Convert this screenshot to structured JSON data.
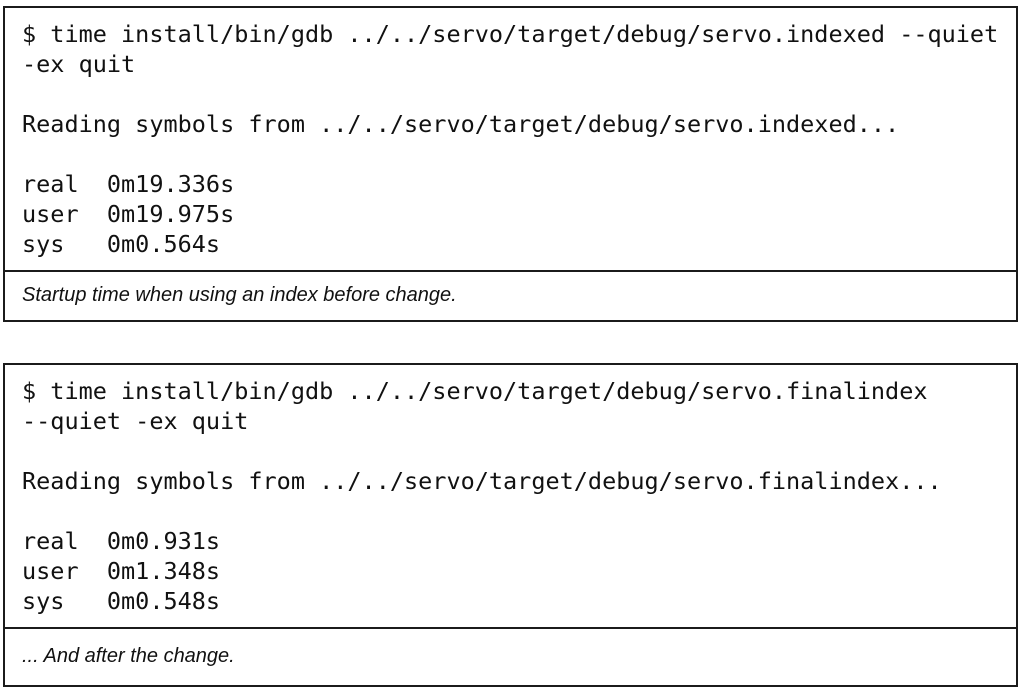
{
  "colors": {
    "background": "#ffffff",
    "border": "#1b1b1b",
    "text": "#111111"
  },
  "figures": [
    {
      "terminal_output": "$ time install/bin/gdb ../../servo/target/debug/servo.indexed --quiet\n-ex quit\n\nReading symbols from ../../servo/target/debug/servo.indexed...\n\nreal  0m19.336s\nuser  0m19.975s\nsys   0m0.564s",
      "caption": "Startup time when using an index before change.",
      "timing": {
        "real": "0m19.336s",
        "user": "0m19.975s",
        "sys": "0m0.564s"
      }
    },
    {
      "terminal_output": "$ time install/bin/gdb ../../servo/target/debug/servo.finalindex\n--quiet -ex quit\n\nReading symbols from ../../servo/target/debug/servo.finalindex...\n\nreal  0m0.931s\nuser  0m1.348s\nsys   0m0.548s",
      "caption": "... And after the change.",
      "timing": {
        "real": "0m0.931s",
        "user": "0m1.348s",
        "sys": "0m0.548s"
      }
    }
  ]
}
